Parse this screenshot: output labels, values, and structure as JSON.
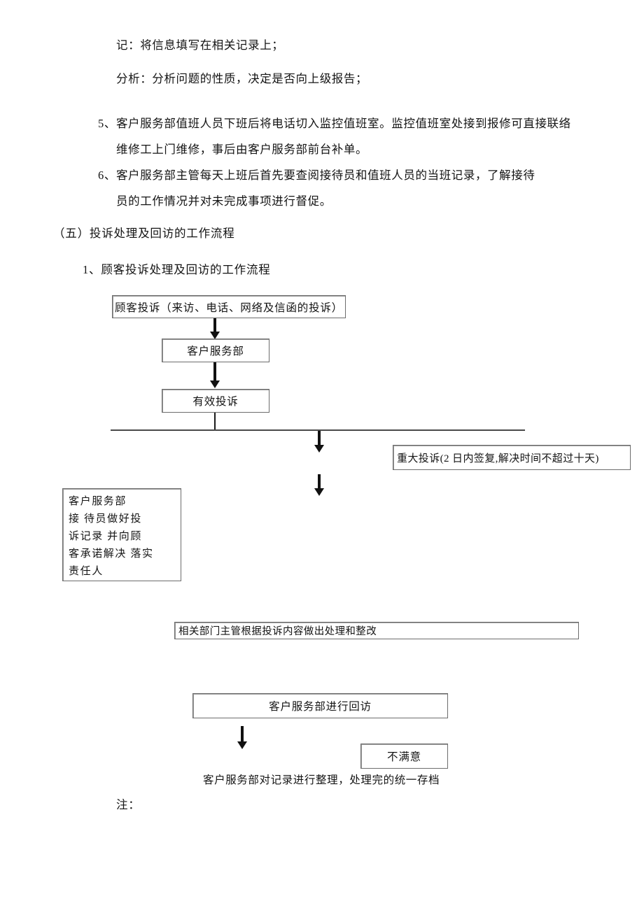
{
  "document": {
    "paragraphs": [
      {
        "id": "p-ji",
        "text": "记：将信息填写在相关记录上；"
      },
      {
        "id": "p-fenxi",
        "text": "分析：分析问题的性质，决定是否向上级报告；"
      }
    ],
    "numbered_items": [
      {
        "id": "item-5",
        "marker": "5、",
        "line1": "客户服务部值班人员下班后将电话切入监控值班室。监控值班室处接到报修可直接联络",
        "line2": "维修工上门维修，事后由客户服务部前台补单。"
      },
      {
        "id": "item-6",
        "marker": "6、",
        "line1": "客户服务部主管每天上班后首先要查阅接待员和值班人员的当班记录，了解接待",
        "line2": "员的工作情况并对未完成事项进行督促。"
      }
    ],
    "section_heading": "（五）投诉处理及回访的工作流程",
    "subsection_heading": "1、顾客投诉处理及回访的工作流程",
    "note_label": "注："
  },
  "flowchart": {
    "title": "顾客投诉处理及回访的工作流程",
    "nodes": [
      {
        "id": "n-complaint",
        "label": "顾客投诉（来访、电话、网络及信函的投诉）"
      },
      {
        "id": "n-dept",
        "label": "客户服务部"
      },
      {
        "id": "n-valid",
        "label": "有效投诉"
      },
      {
        "id": "n-major",
        "label": "重大投诉(2 日内签复,解决时间不超过十天)"
      },
      {
        "id": "n-reception",
        "label": "客户服务部\n接 待员做好投\n诉记录 并向顾\n客承诺解决 落实\n责任人"
      },
      {
        "id": "n-handle",
        "label": "相关部门主管根据投诉内容做出处理和整改"
      },
      {
        "id": "n-revisit",
        "label": "客户服务部进行回访"
      },
      {
        "id": "n-unsatisfied",
        "label": "不满意"
      }
    ],
    "caption": "客户服务部对记录进行整理，处理完的统一存档"
  },
  "colors": {
    "page_background": "#ffffff",
    "text": "#141414",
    "box_border": "#6d6d6d",
    "arrow": "#111111",
    "rule": "#4a4a4a"
  }
}
